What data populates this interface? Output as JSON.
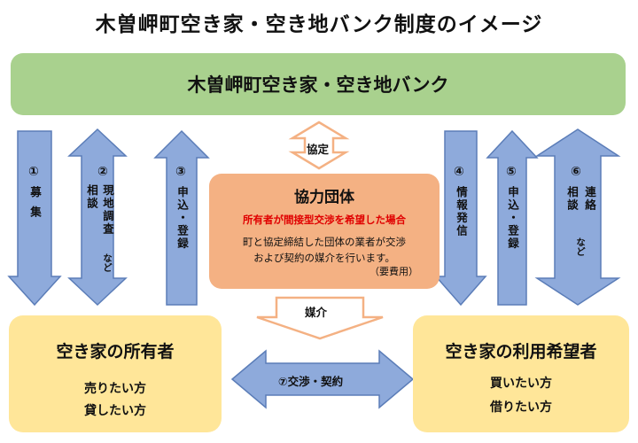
{
  "title": "木曽岬町空き家・空き地バンク制度のイメージ",
  "bank": {
    "label": "木曽岬町空き家・空き地バンク"
  },
  "agreement_label": "協定",
  "association": {
    "title": "協力団体",
    "condition": "所有者が間接型交渉を希望した場合",
    "description_line1": "町と協定締結した団体の業者が交渉",
    "description_line2": "および契約の媒介を行います。",
    "fee": "（要費用）"
  },
  "intermediary_label": "媒介",
  "negotiation_label": "⑦交渉・契約",
  "owner": {
    "title": "空き家の所有者",
    "line1": "売りたい方",
    "line2": "貸したい方"
  },
  "user": {
    "title": "空き家の利用希望者",
    "line1": "買いたい方",
    "line2": "借りたい方"
  },
  "arrows": {
    "a1": {
      "num": "①",
      "text": "募集"
    },
    "a2": {
      "num": "②",
      "col1": "現地調査",
      "col2": "相談",
      "extra": "など"
    },
    "a3": {
      "num": "③",
      "text": "申込・登録"
    },
    "a4": {
      "num": "④",
      "text": "情報発信"
    },
    "a5": {
      "num": "⑤",
      "text": "申込・登録"
    },
    "a6": {
      "num": "⑥",
      "col1": "連絡",
      "col2": "相談",
      "extra": "など"
    }
  },
  "colors": {
    "bank": "#a9d18e",
    "association": "#f4b183",
    "panel": "#ffe699",
    "arrow_fill": "#8eaadb",
    "arrow_stroke": "#5b7db8",
    "orange_arrow_stroke": "#f4b183",
    "highlight_red": "#e00000"
  }
}
